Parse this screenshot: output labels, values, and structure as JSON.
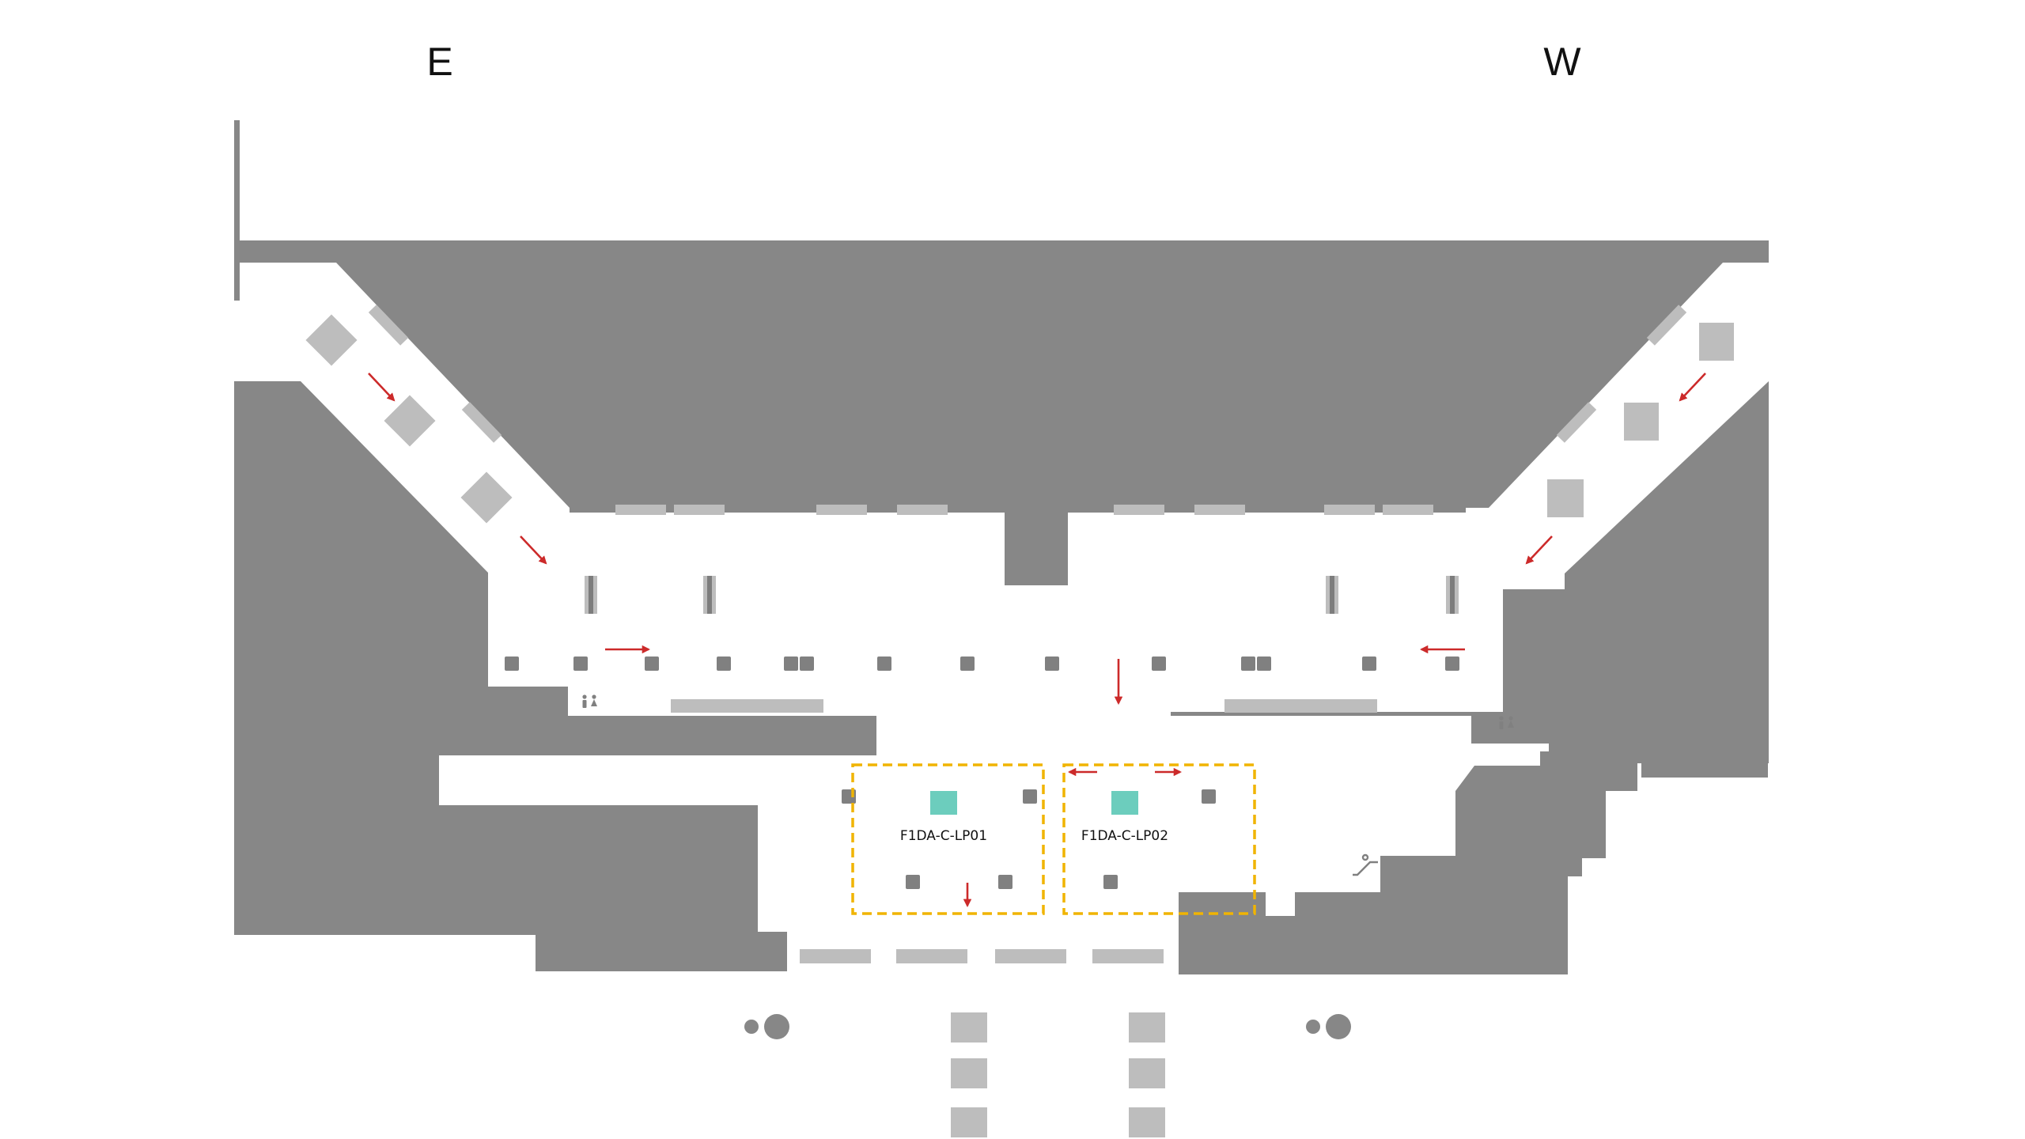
{
  "compass": {
    "east": "E",
    "west": "W"
  },
  "zones": [
    {
      "id": "lp01",
      "label": "F1DA-C-LP01"
    },
    {
      "id": "lp02",
      "label": "F1DA-C-LP02"
    }
  ],
  "colors": {
    "background": "#ffffff",
    "building": "#878787",
    "fixture": "#bdbdbd",
    "pillar": "#808080",
    "arrow": "#cc2a2a",
    "zone_border": "#f0b400",
    "zone_marker": "#6ccdbd",
    "text": "#111111"
  },
  "icons": [
    "restroom-icon",
    "escalator-icon",
    "direction-arrow-icon"
  ]
}
